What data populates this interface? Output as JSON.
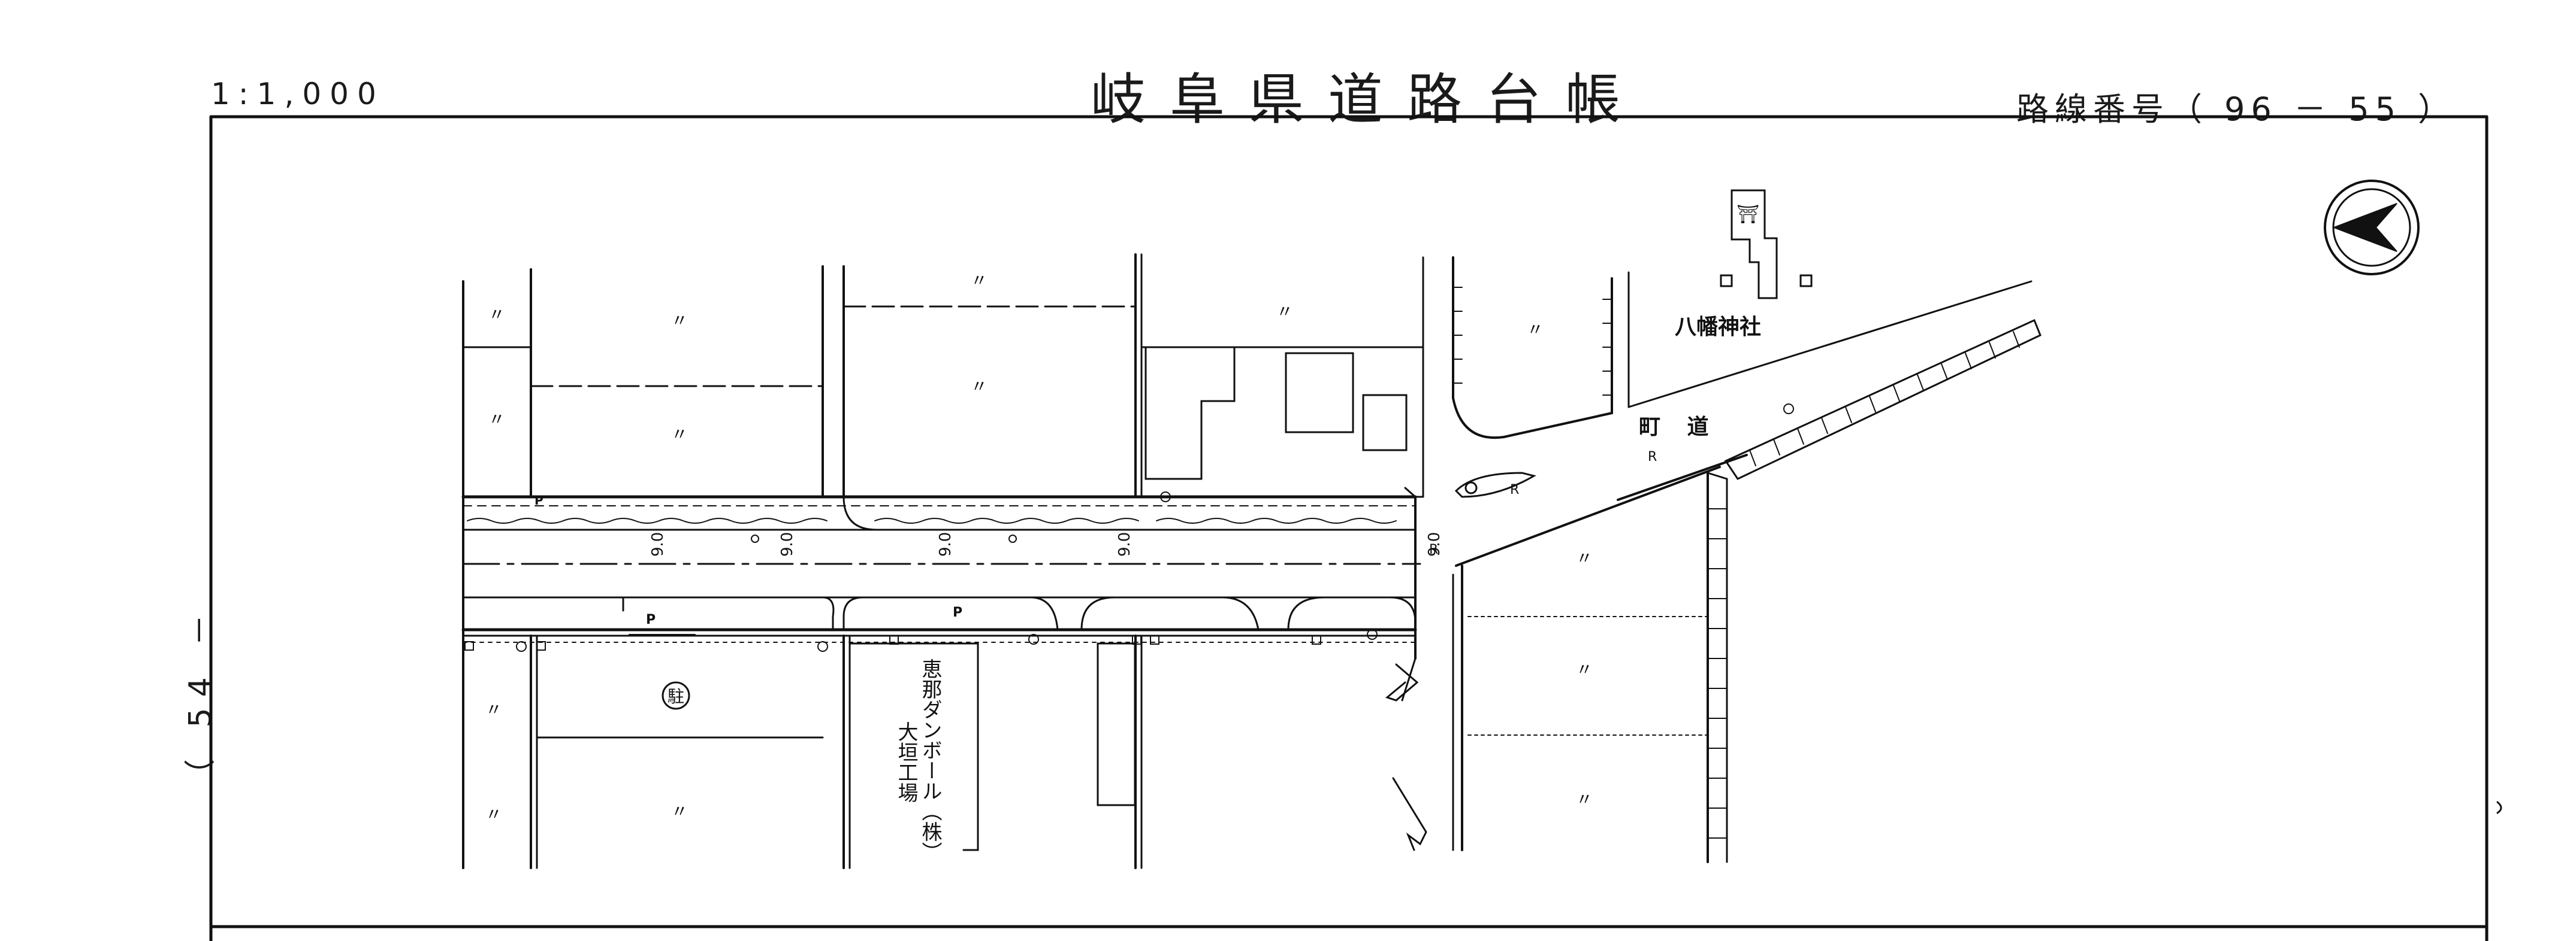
{
  "header": {
    "scale": "1:1,000",
    "title": "岐阜県道路台帳",
    "route_number": "路線番号（ 96 － 55 ）"
  },
  "side": {
    "sheet_ref": "（ 54 －"
  },
  "map_labels": {
    "shrine": "八幡神社",
    "town_road": "町 道",
    "company": "恵那ダンボール（株）",
    "factory": "大垣工場",
    "parking": "駐",
    "torii": "⛩",
    "same_mark": "〃",
    "p_mark": "P",
    "r_mark": "R",
    "width_1": "9.0",
    "width_2": "9.0",
    "width_3": "9.0",
    "width_4": "9.0",
    "width_5": "9.0"
  },
  "icons": {
    "north_arrow": "north-arrow-icon",
    "shrine": "torii-icon"
  },
  "colors": {
    "ink": "#111111",
    "paper": "#ffffff"
  }
}
